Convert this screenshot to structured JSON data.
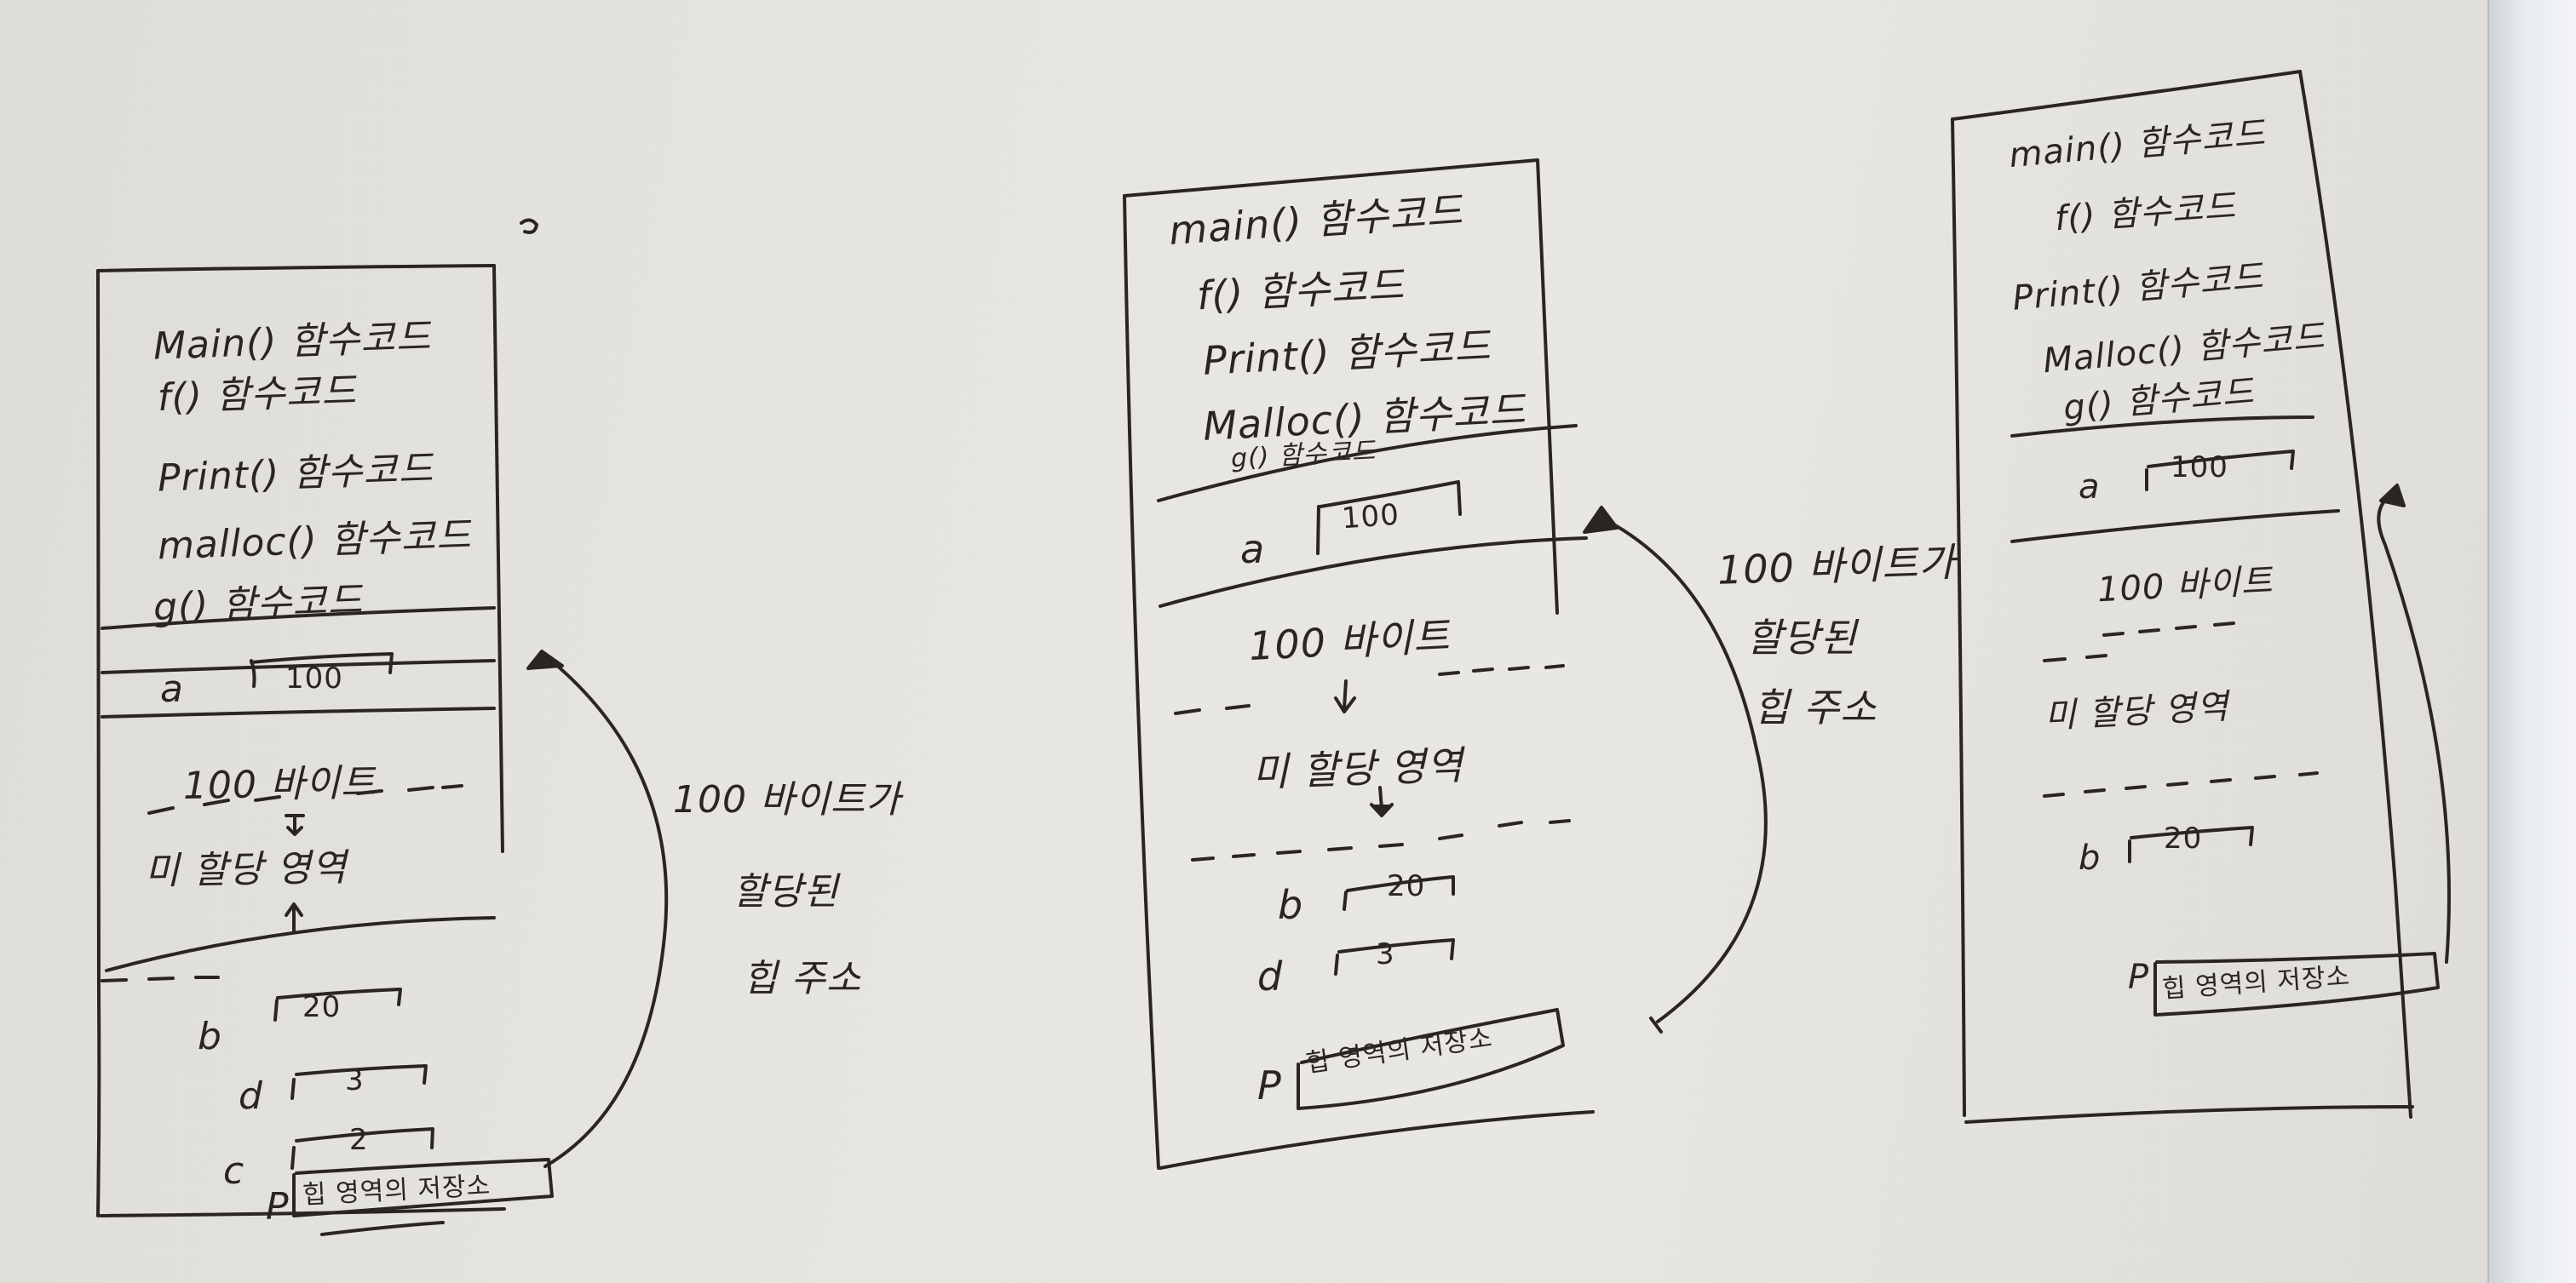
{
  "photo": {
    "subject": "handwritten memory layout diagrams on paper",
    "ink_color": "#2b2522",
    "paper_color": "#e6e4de"
  },
  "diagrams": [
    {
      "code_lines": [
        "Main() 함수코드",
        "f() 함수코드",
        "Print() 함수코드",
        "malloc() 함수코드",
        "g() 함수코드"
      ],
      "var_a": {
        "name": "a",
        "value": "100"
      },
      "heap_top": "100 바이트",
      "unalloc": "미 할당 영역",
      "vars": [
        {
          "name": "b",
          "value": "20"
        },
        {
          "name": "d",
          "value": "3"
        },
        {
          "name": "c",
          "value": "2"
        }
      ],
      "pointer": {
        "name": "P",
        "value": "힙 영역의 저장소"
      },
      "arrow_note": [
        "100 바이트가",
        "할당된",
        "힙 주소"
      ]
    },
    {
      "code_lines": [
        "main() 함수코드",
        "f() 함수코드",
        "Print() 함수코드",
        "Malloc() 함수코드",
        "g() 함수코드"
      ],
      "var_a": {
        "name": "a",
        "value": "100"
      },
      "heap_top": "100 바이트",
      "unalloc": "미 할당 영역",
      "vars": [
        {
          "name": "b",
          "value": "20"
        },
        {
          "name": "d",
          "value": "3"
        }
      ],
      "pointer": {
        "name": "P",
        "value": "힙 영역의 저장소"
      },
      "arrow_note": [
        "100 바이트가",
        "할당된",
        "힙 주소"
      ]
    },
    {
      "code_lines": [
        "main() 함수코드",
        "f() 함수코드",
        "Print() 함수코드",
        "Malloc() 함수코드",
        "g() 함수코드"
      ],
      "var_a": {
        "name": "a",
        "value": "100"
      },
      "heap_top": "100 바이트",
      "unalloc": "미 할당 영역",
      "vars": [
        {
          "name": "b",
          "value": "20"
        }
      ],
      "pointer": {
        "name": "P",
        "value": "힙 영역의 저장소"
      }
    }
  ]
}
